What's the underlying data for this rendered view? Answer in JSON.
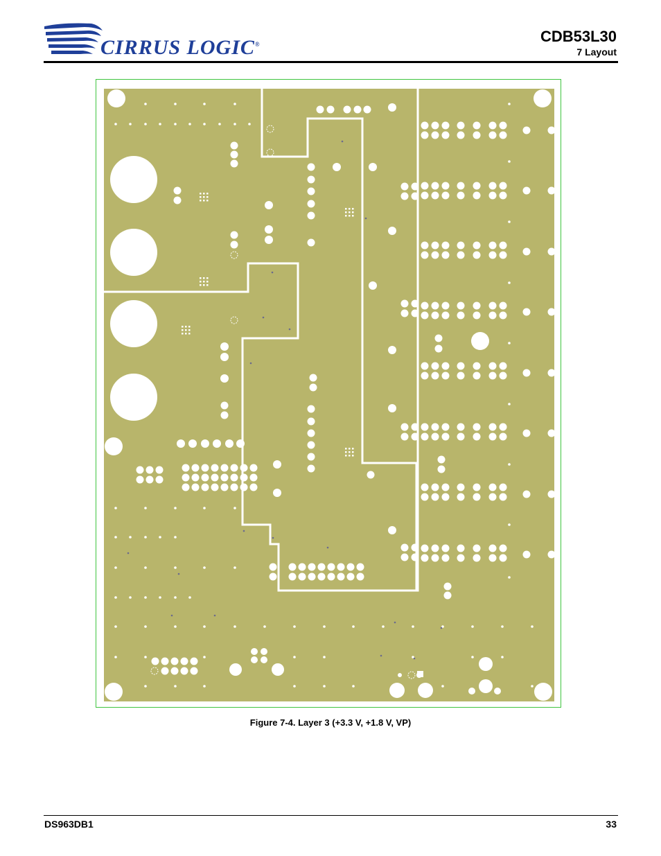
{
  "header": {
    "logo_text": "CIRRUS LOGIC",
    "logo_mark": "®",
    "doc_title": "CDB53L30",
    "section": "7 Layout"
  },
  "figure": {
    "caption": "Figure 7-4. Layer 3 (+3.3 V, +1.8 V, VP)"
  },
  "footer": {
    "doc_id": "DS963DB1",
    "page_number": "33"
  },
  "colors": {
    "board": "#b8b56b",
    "accent": "#1f3f99",
    "frame": "#3ec43e"
  }
}
